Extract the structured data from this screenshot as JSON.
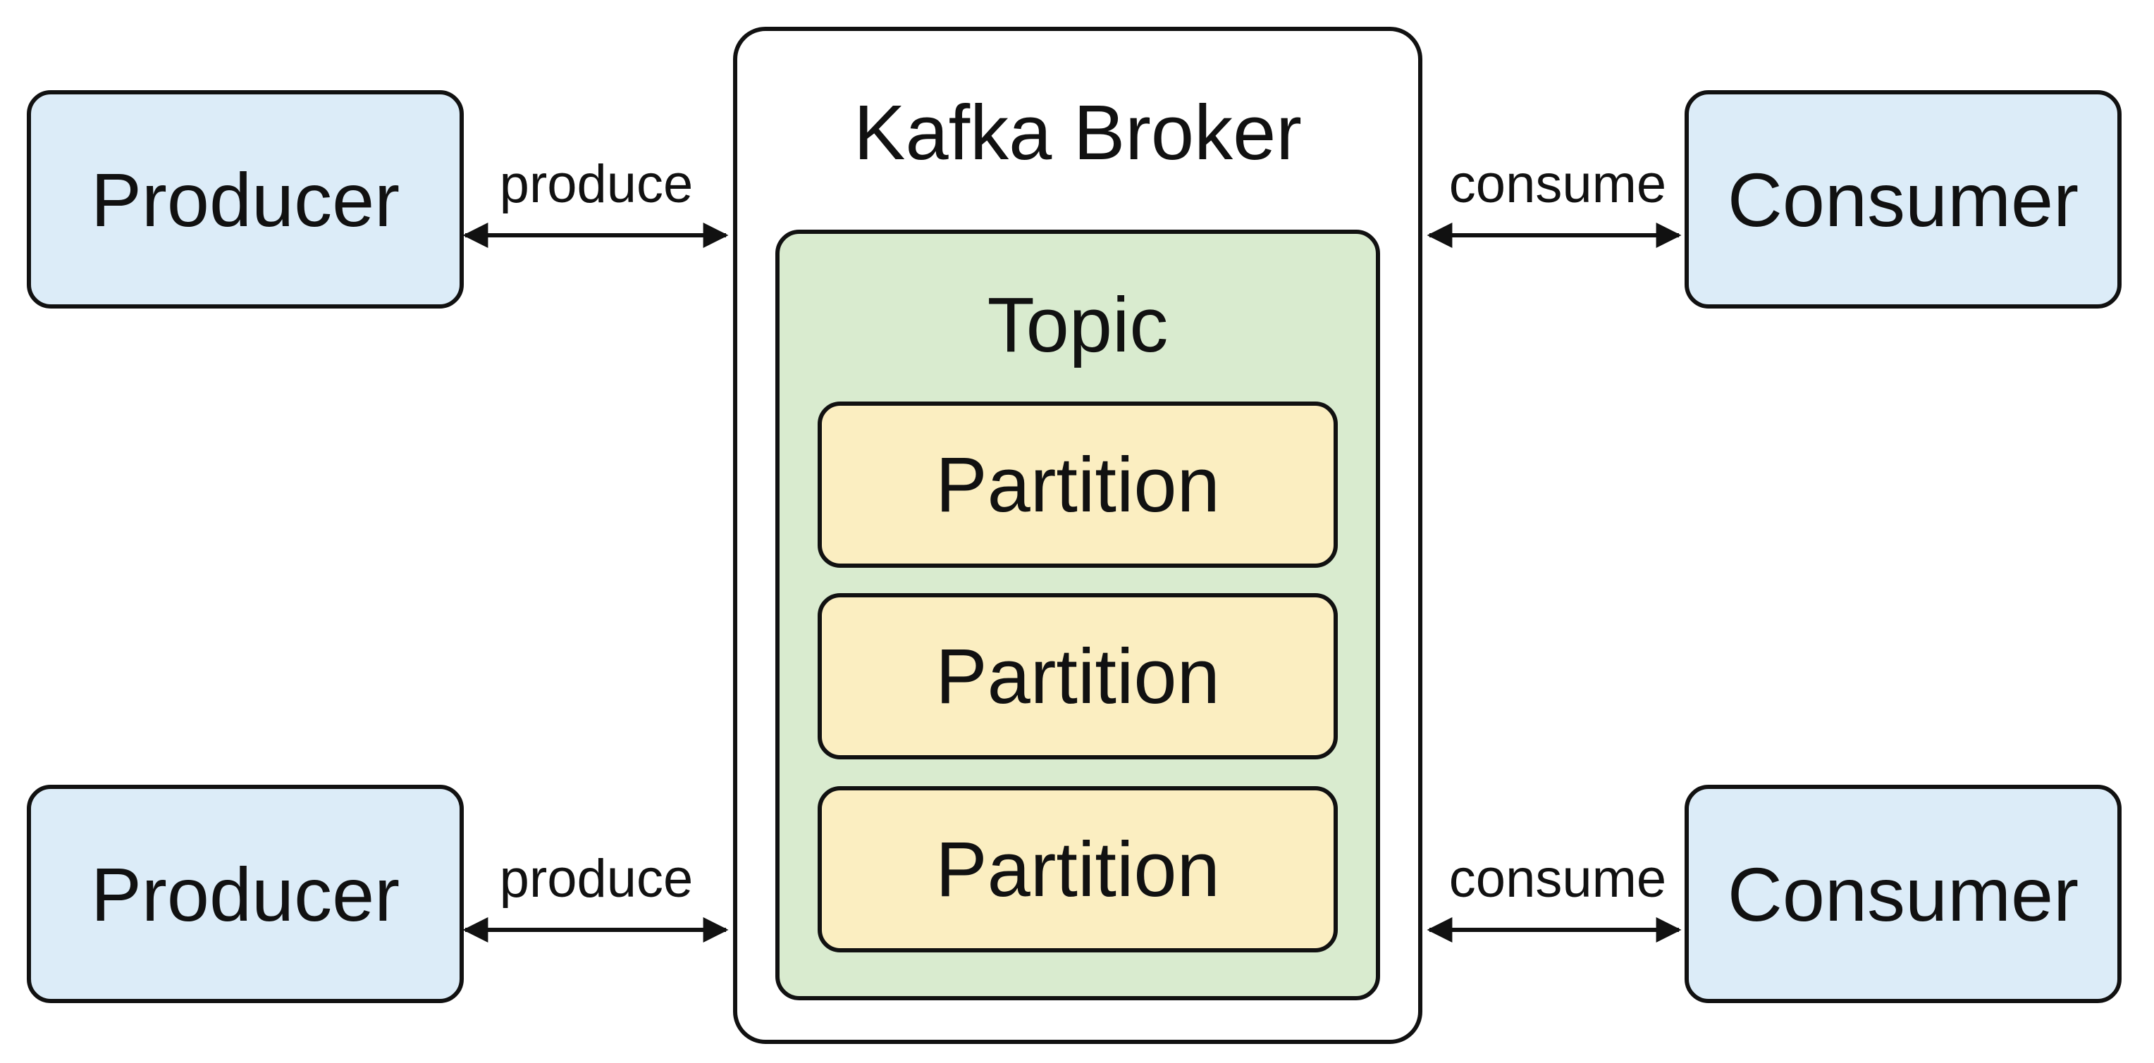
{
  "colors": {
    "client_fill": "#dcecf8",
    "broker_fill": "#ffffff",
    "topic_fill": "#d9ebcf",
    "partition_fill": "#fbeec1",
    "outline": "#111111"
  },
  "broker": {
    "label": "Kafka Broker"
  },
  "topic": {
    "label": "Topic"
  },
  "partitions": [
    {
      "label": "Partition"
    },
    {
      "label": "Partition"
    },
    {
      "label": "Partition"
    }
  ],
  "producers": [
    {
      "label": "Producer",
      "edge_label": "produce"
    },
    {
      "label": "Producer",
      "edge_label": "produce"
    }
  ],
  "consumers": [
    {
      "label": "Consumer",
      "edge_label": "consume"
    },
    {
      "label": "Consumer",
      "edge_label": "consume"
    }
  ]
}
